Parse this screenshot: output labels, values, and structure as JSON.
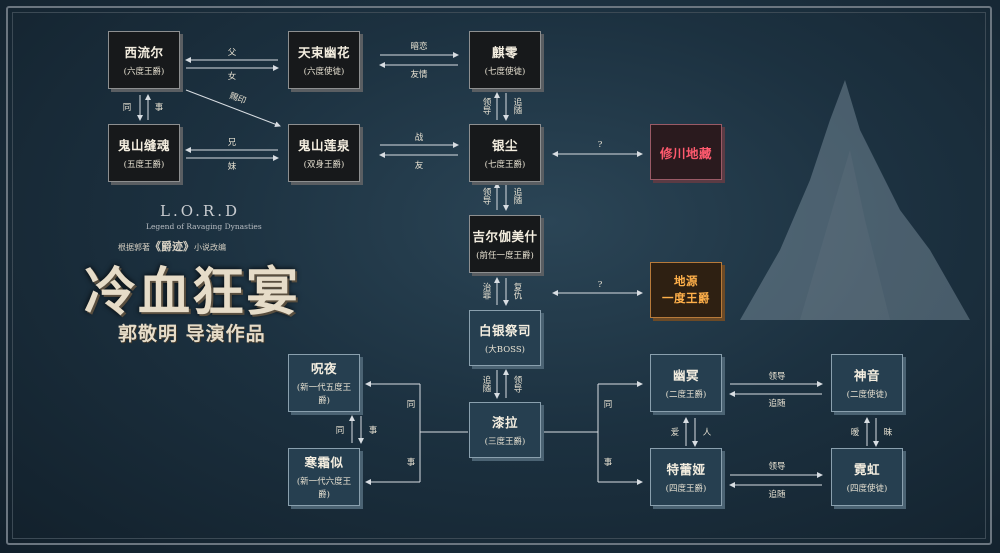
{
  "logo": {
    "lord": "L.O.R.D",
    "lord_subtitle": "Legend of Ravaging Dynasties",
    "credit_prefix": "根据郭著",
    "credit_book": "《爵迹》",
    "credit_suffix": "小说改编",
    "film_title": "冷血狂宴",
    "director_line": "郭敬明 导演作品"
  },
  "nodes": {
    "xiliuer": {
      "name": "西流尔",
      "sub": "(六度王爵)"
    },
    "tianshu": {
      "name": "天束幽花",
      "sub": "(六度使徒)"
    },
    "qiling": {
      "name": "麒零",
      "sub": "(七度使徒)"
    },
    "guishan_f": {
      "name": "鬼山缝魂",
      "sub": "(五度王爵)"
    },
    "guishan_l": {
      "name": "鬼山莲泉",
      "sub": "(双身王爵)"
    },
    "yinchen": {
      "name": "银尘",
      "sub": "(七度王爵)"
    },
    "xiuchuan": {
      "name": "修川地藏",
      "sub": ""
    },
    "jier": {
      "name": "吉尔伽美什",
      "sub": "(前任一度王爵)"
    },
    "diyuan": {
      "name": "地源\n一度王爵",
      "sub": ""
    },
    "baiyin": {
      "name": "白银祭司",
      "sub": "(大BOSS)"
    },
    "zhouye": {
      "name": "呪夜",
      "sub": "(新一代五度王爵)"
    },
    "hanshuang": {
      "name": "寒霜似",
      "sub": "(新一代六度王爵)"
    },
    "qila": {
      "name": "漆拉",
      "sub": "(三度王爵)"
    },
    "youming": {
      "name": "幽冥",
      "sub": "(二度王爵)"
    },
    "shenyin": {
      "name": "神音",
      "sub": "(二度使徒)"
    },
    "telei": {
      "name": "特蕾娅",
      "sub": "(四度王爵)"
    },
    "nihong": {
      "name": "霓虹",
      "sub": "(四度使徒)"
    }
  },
  "relations": {
    "xl_ts_top": "父",
    "xl_ts_bot": "女",
    "ts_ql_top": "暗恋",
    "ts_ql_bot": "友情",
    "xl_gf_l": "同",
    "xl_gf_r": "事",
    "xl_gl_diag": "赐印",
    "gf_gl_top": "兄",
    "gf_gl_bot": "妹",
    "gl_yc_top": "战",
    "gl_yc_bot": "友",
    "ql_yc_l": "领导",
    "ql_yc_r": "追随",
    "yc_xc": "?",
    "yc_je_l": "领导",
    "yc_je_r": "追随",
    "je_by_l": "治罪",
    "je_by_r": "复仇",
    "by_dy": "?",
    "by_ql_l": "追随",
    "by_ql_r": "领导",
    "zy_hs_l": "同",
    "zy_hs_r": "事",
    "left_bracket_top": "同",
    "left_bracket_bot": "事",
    "right_bracket_top": "同",
    "right_bracket_bot": "事",
    "ym_sy_top": "领导",
    "ym_sy_bot": "追随",
    "ym_tl_l": "爱",
    "ym_tl_r": "人",
    "sy_nh_l": "暧",
    "sy_nh_r": "昧",
    "tl_nh_top": "领导",
    "tl_nh_bot": "追随"
  }
}
